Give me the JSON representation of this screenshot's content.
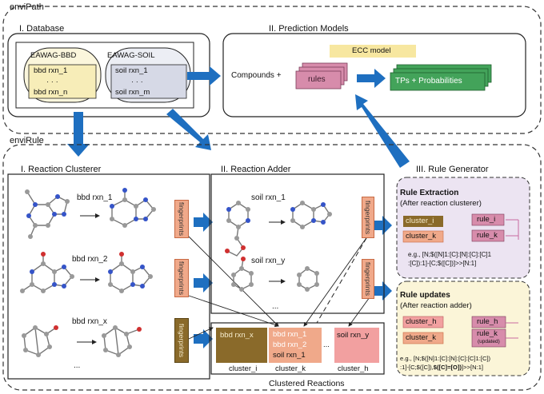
{
  "envipath": {
    "title": "enviPath",
    "database": {
      "label": "I. Database",
      "bbd": {
        "name": "EAWAG-BBD",
        "rows": [
          "bbd rxn_1",
          "· · ·",
          "bbd rxn_n"
        ]
      },
      "soil": {
        "name": "EAWAG-SOIL",
        "rows": [
          "soil rxn_1",
          "· · ·",
          "soil rxn_m"
        ]
      }
    },
    "prediction": {
      "label": "II. Prediction Models",
      "ecc": "ECC model",
      "compounds": "Compounds +",
      "rules": "rules",
      "tps": "TPs + Probabilities"
    }
  },
  "envirule": {
    "title": "enviRule",
    "clusterer": {
      "label": "I. Reaction Clusterer",
      "reactions": [
        "bbd rxn_1",
        "bbd rxn_2",
        "bbd rxn_x"
      ],
      "ellipsis": "...",
      "fingerprint": "fingerprints"
    },
    "adder": {
      "label": "II. Reaction Adder",
      "reactions": [
        "soil rxn_1",
        "soil rxn_y"
      ],
      "ellipsis": "...",
      "fingerprint": "fingerprints"
    },
    "generator": {
      "label": "III. Rule Generator",
      "extraction": {
        "title": "Rule Extraction",
        "subtitle": "(After reaction clusterer)",
        "clusters": [
          "cluster_i",
          "cluster_k"
        ],
        "rules": [
          "rule_i",
          "rule_k"
        ],
        "example_l1": "e.g., [N;$([N]1:[C]:[N]:[C]:[C]1",
        "example_l2": ":[C]):1]-[C;$([C])]>>[N:1]"
      },
      "updates": {
        "title": "Rule updates",
        "subtitle": "(After reaction adder)",
        "clusters": [
          "cluster_h",
          "cluster_k"
        ],
        "rules": [
          "rule_h",
          "rule_k"
        ],
        "updated": "(updated)",
        "example_l1": "e.g., [N;$([N]1:[C]:[N]:[C]:[C]1:[C])",
        "example_l2a": ":1]-[C;$([C]),",
        "example_l2b": "$([C]=[O])",
        "example_l2c": "]>>[N:1]"
      }
    },
    "clusters": {
      "footer": "Clustered Reactions",
      "ellipsis": "...",
      "i": {
        "rows": [
          "bbd rxn_x"
        ],
        "label": "cluster_i"
      },
      "k": {
        "rows": [
          "bbd rxn_1",
          "bbd rxn_2",
          "soil rxn_1"
        ],
        "label": "cluster_k"
      },
      "h": {
        "rows": [
          "soil rxn_y"
        ],
        "label": "cluster_h"
      }
    }
  },
  "colors": {
    "arrow_blue": "#1e6fc0",
    "fingerprint": "#f0a98a",
    "cluster_i": "#8a6a2a",
    "cluster_k": "#f0a98a",
    "cluster_h": "#f2a0a0",
    "rules": "#d78cab",
    "tps": "#43a35a",
    "ecc": "#f7e7a0"
  }
}
